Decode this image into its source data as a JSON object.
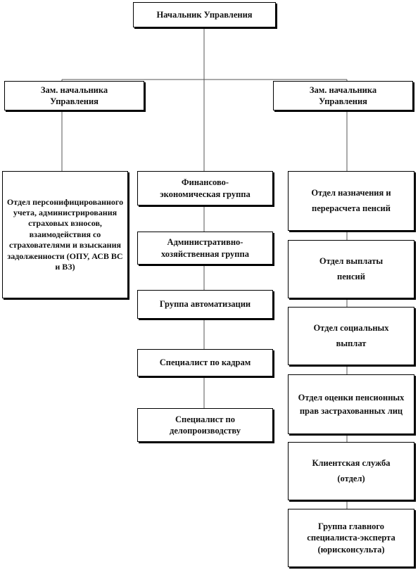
{
  "chart": {
    "head": "Начальник Управления",
    "deputy_left": "Зам. начальника Управления",
    "deputy_right": "Зам. начальника Управления",
    "left_dept": "Отдел персонифицированного учета, администрирования страховых взносов, взаимодействия со страхователями и взыскания задолженности (ОПУ, АСВ ВС и ВЗ)",
    "center": [
      "Финансово-экономическая группа",
      "Административно-хозяйственная группа",
      "Группа автоматизации",
      "Специалист по кадрам",
      "Специалист по делопроизводству"
    ],
    "right": [
      "Отдел назначения и перерасчета пенсий",
      "Отдел выплаты пенсий",
      "Отдел социальных выплат",
      "Отдел оценки пенсионных прав застрахованных лиц",
      "Клиентская служба (отдел)",
      "Группа главного специалиста-эксперта (юрисконсульта)"
    ]
  }
}
